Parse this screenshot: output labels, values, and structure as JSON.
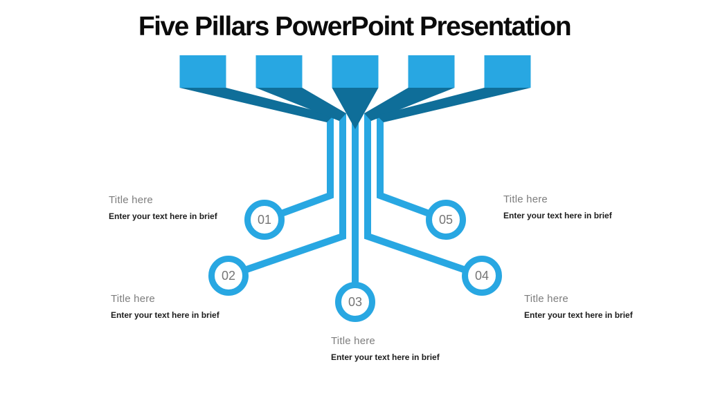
{
  "slide": {
    "title": "Five Pillars PowerPoint Presentation",
    "colors": {
      "accent": "#28A7E2",
      "accent_dark": "#0F6E99",
      "number_gray": "#757575",
      "label_title_gray": "#7d7d7d",
      "label_text_black": "#1c1c1c"
    },
    "pillars": [
      {
        "number": "01",
        "title": "Title here",
        "description": "Enter your text here in brief"
      },
      {
        "number": "02",
        "title": "Title here",
        "description": "Enter your text here in brief"
      },
      {
        "number": "03",
        "title": "Title here",
        "description": "Enter your text here in brief"
      },
      {
        "number": "04",
        "title": "Title here",
        "description": "Enter your text here in brief"
      },
      {
        "number": "05",
        "title": "Title here",
        "description": "Enter your text here in brief"
      }
    ]
  }
}
